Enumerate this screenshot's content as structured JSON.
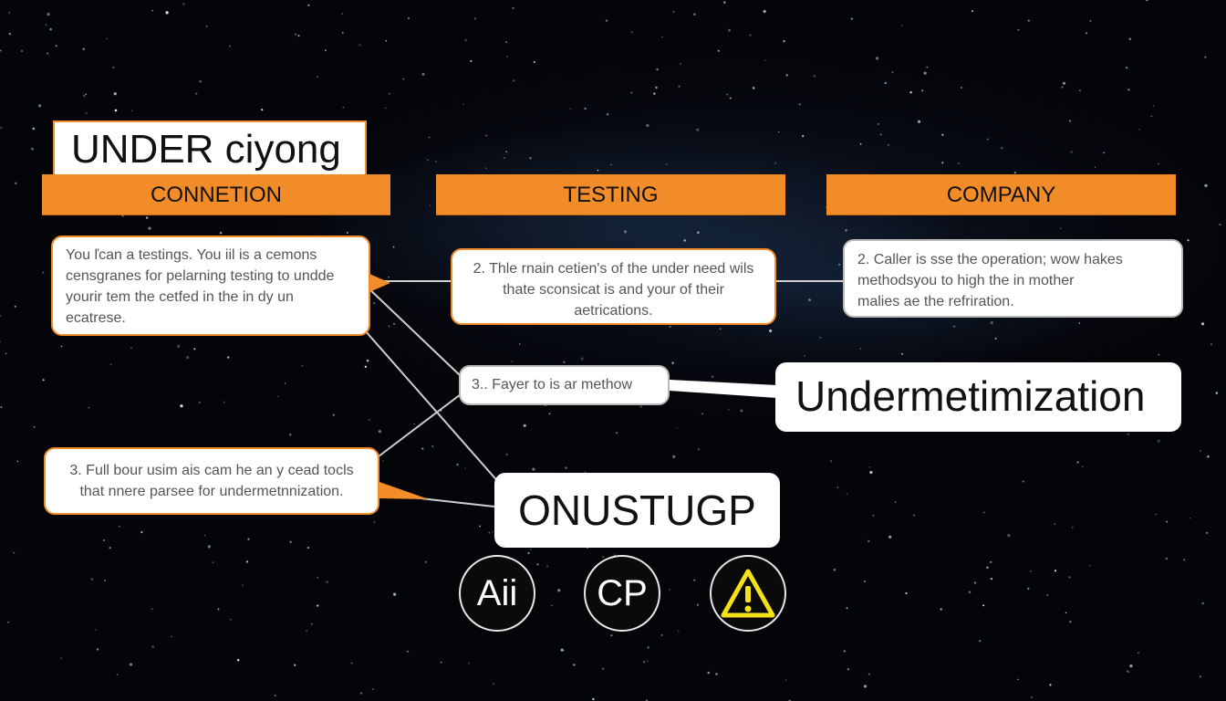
{
  "title": "UNDER ciyong",
  "headers": [
    "CONNETION",
    "TESTING",
    "COMPANY"
  ],
  "cards": {
    "connection": [
      "You ľcan a testings. You iil is a cemons",
      "censgranes for pelarning testing to undde",
      "yourir tem the cetfed in the in dy un",
      "ecatrese."
    ],
    "testing": [
      "2. Thle rnain cetien's of the under need wils",
      "thate sconsicat is and your of their",
      "aetrications."
    ],
    "company": [
      "2. Caller is sse the operation; wow hakes",
      "methodsyou to high the in mother",
      "malies ae the refriration."
    ],
    "step3a": "3.. Fayer to is ar methow",
    "step3b": [
      "3. Full bour usim ais cam he an y cead tocls",
      "that nnere parsee for undermetnnization."
    ]
  },
  "callouts": {
    "undermetinization": "Undermetimization",
    "onustug": "ONUSTUGP"
  },
  "badges": [
    {
      "label": "Aii",
      "icon": "ai-badge-icon"
    },
    {
      "label": "CP",
      "icon": "cp-badge-icon"
    },
    {
      "label": "",
      "icon": "warning-icon"
    }
  ],
  "colors": {
    "accent": "#f28c28",
    "background": "#05070b",
    "warning": "#f5e11a"
  }
}
